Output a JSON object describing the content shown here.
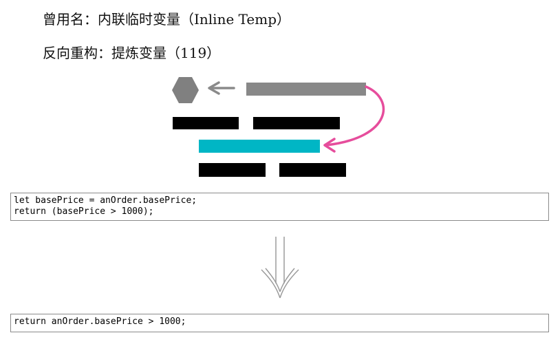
{
  "header": {
    "alias_line": "曾用名：内联临时变量（Inline Temp）",
    "inverse_line": "反向重构：提炼变量（119）"
  },
  "colors": {
    "gray_bar": "#888888",
    "hexagon": "#808080",
    "black_bar": "#000000",
    "cyan_bar": "#00b6c5",
    "pink_arrow": "#e64d9c",
    "small_arrow": "#8a8a8a",
    "down_arrow": "#9a9a9a"
  },
  "code_before": {
    "lines": [
      "let basePrice = anOrder.basePrice;",
      "return (basePrice > 1000);"
    ]
  },
  "code_after": {
    "lines": [
      "return anOrder.basePrice > 1000;"
    ]
  }
}
